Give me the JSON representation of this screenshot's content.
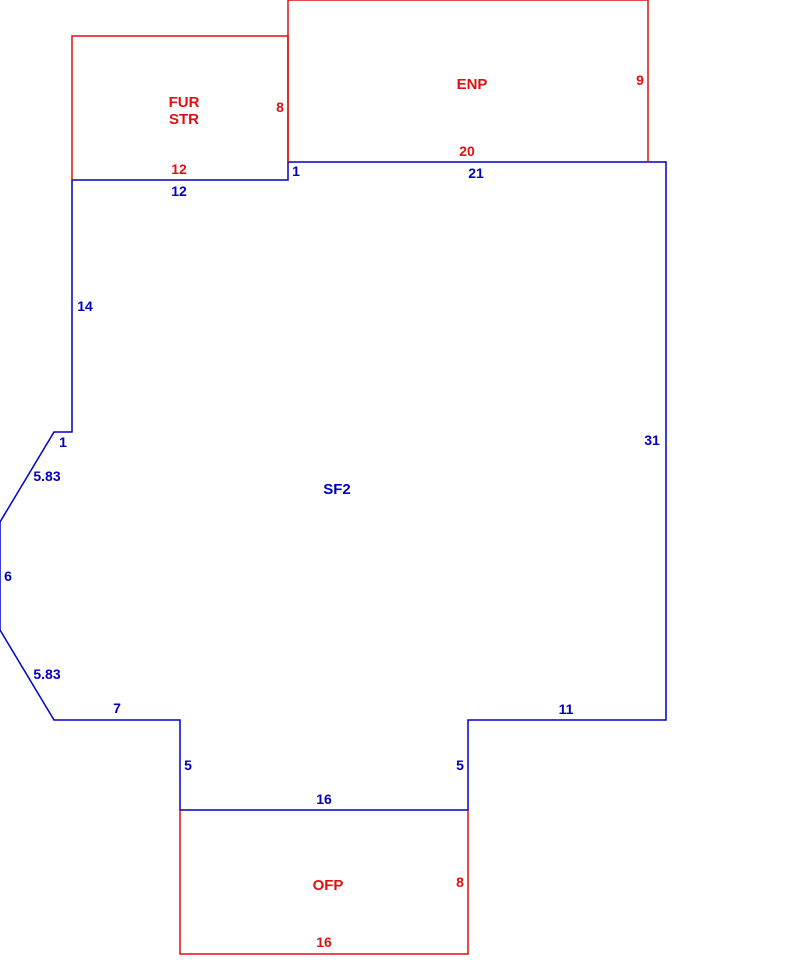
{
  "colors": {
    "living_area": "#0000c0",
    "addition": "#dd1111",
    "background": "#ffffff"
  },
  "areas": {
    "main": {
      "code": "SF2"
    },
    "enclosed_porch": {
      "code": "ENP"
    },
    "storage": {
      "code_line1": "FUR",
      "code_line2": "STR"
    },
    "open_porch": {
      "code": "OFP"
    }
  },
  "dimensions": {
    "main": {
      "top_left": "12",
      "top_step": "1",
      "top_right": "21",
      "right": "31",
      "bottom_right": "11",
      "right_notch": "5",
      "notch_bottom": "16",
      "left_notch": "5",
      "bottom_left": "7",
      "lower_diagonal": "5.83",
      "bay_side": "6",
      "upper_diagonal": "5.83",
      "left_step": "1",
      "left": "14"
    },
    "enclosed_porch": {
      "side": "9",
      "bottom": "20"
    },
    "storage": {
      "side": "8",
      "bottom": "12"
    },
    "open_porch": {
      "side": "8",
      "bottom": "16"
    }
  }
}
